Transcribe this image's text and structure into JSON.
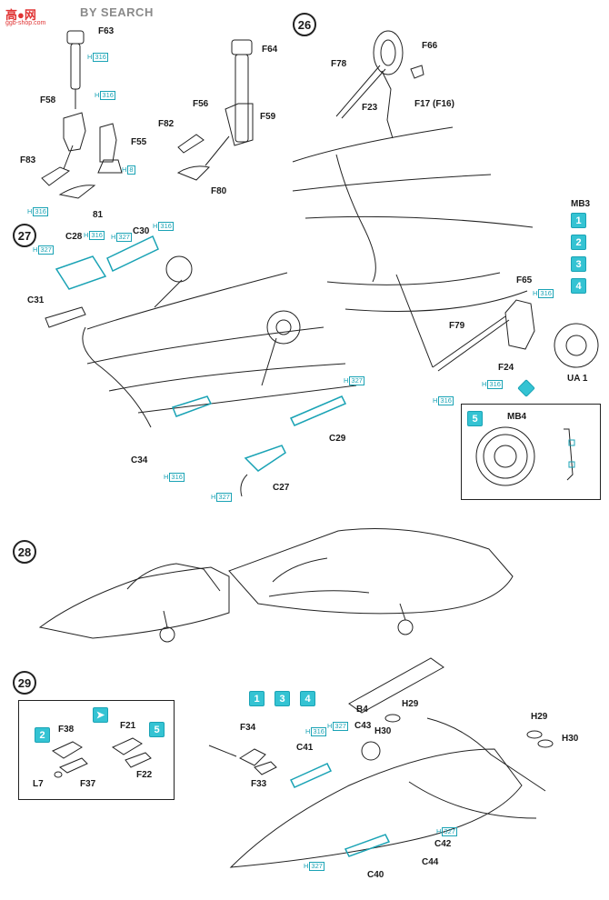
{
  "watermark": {
    "brand": "高●网",
    "text": "BY SEARCH",
    "url": "ggb-shop.com"
  },
  "steps": {
    "s26": "26",
    "s27": "27",
    "s28": "28",
    "s29": "29"
  },
  "paint": {
    "h316": "316",
    "h327": "327",
    "h8": "8",
    "prefix": "H"
  },
  "markings": {
    "m1": "1",
    "m2": "2",
    "m3": "3",
    "m4": "4",
    "m5": "5",
    "mb3": "MB3",
    "mb4": "MB4",
    "ua1": "UA 1"
  },
  "parts": {
    "F63": "F63",
    "F64": "F64",
    "F58": "F58",
    "F55": "F55",
    "F56": "F56",
    "F59": "F59",
    "F82": "F82",
    "F80": "F80",
    "F83": "F83",
    "p81": "81",
    "F78": "F78",
    "F66": "F66",
    "F23": "F23",
    "F17": "F17 (F16)",
    "F65": "F65",
    "F79": "F79",
    "F24": "F24",
    "C28": "C28",
    "C30": "C30",
    "C31": "C31",
    "C34": "C34",
    "C29": "C29",
    "C27": "C27",
    "F38": "F38",
    "F37": "F37",
    "L7": "L7",
    "F21": "F21",
    "F22": "F22",
    "F34": "F34",
    "F33": "F33",
    "B4": "B4",
    "H29": "H29",
    "H30": "H30",
    "C43": "C43",
    "C41": "C41",
    "C42": "C42",
    "C44": "C44",
    "C40": "C40",
    "H29b": "H29",
    "H30b": "H30"
  },
  "colors": {
    "ink": "#1a1a1a",
    "paint_cyan": "#1aa3b5",
    "box_cyan": "#34c3d3"
  }
}
